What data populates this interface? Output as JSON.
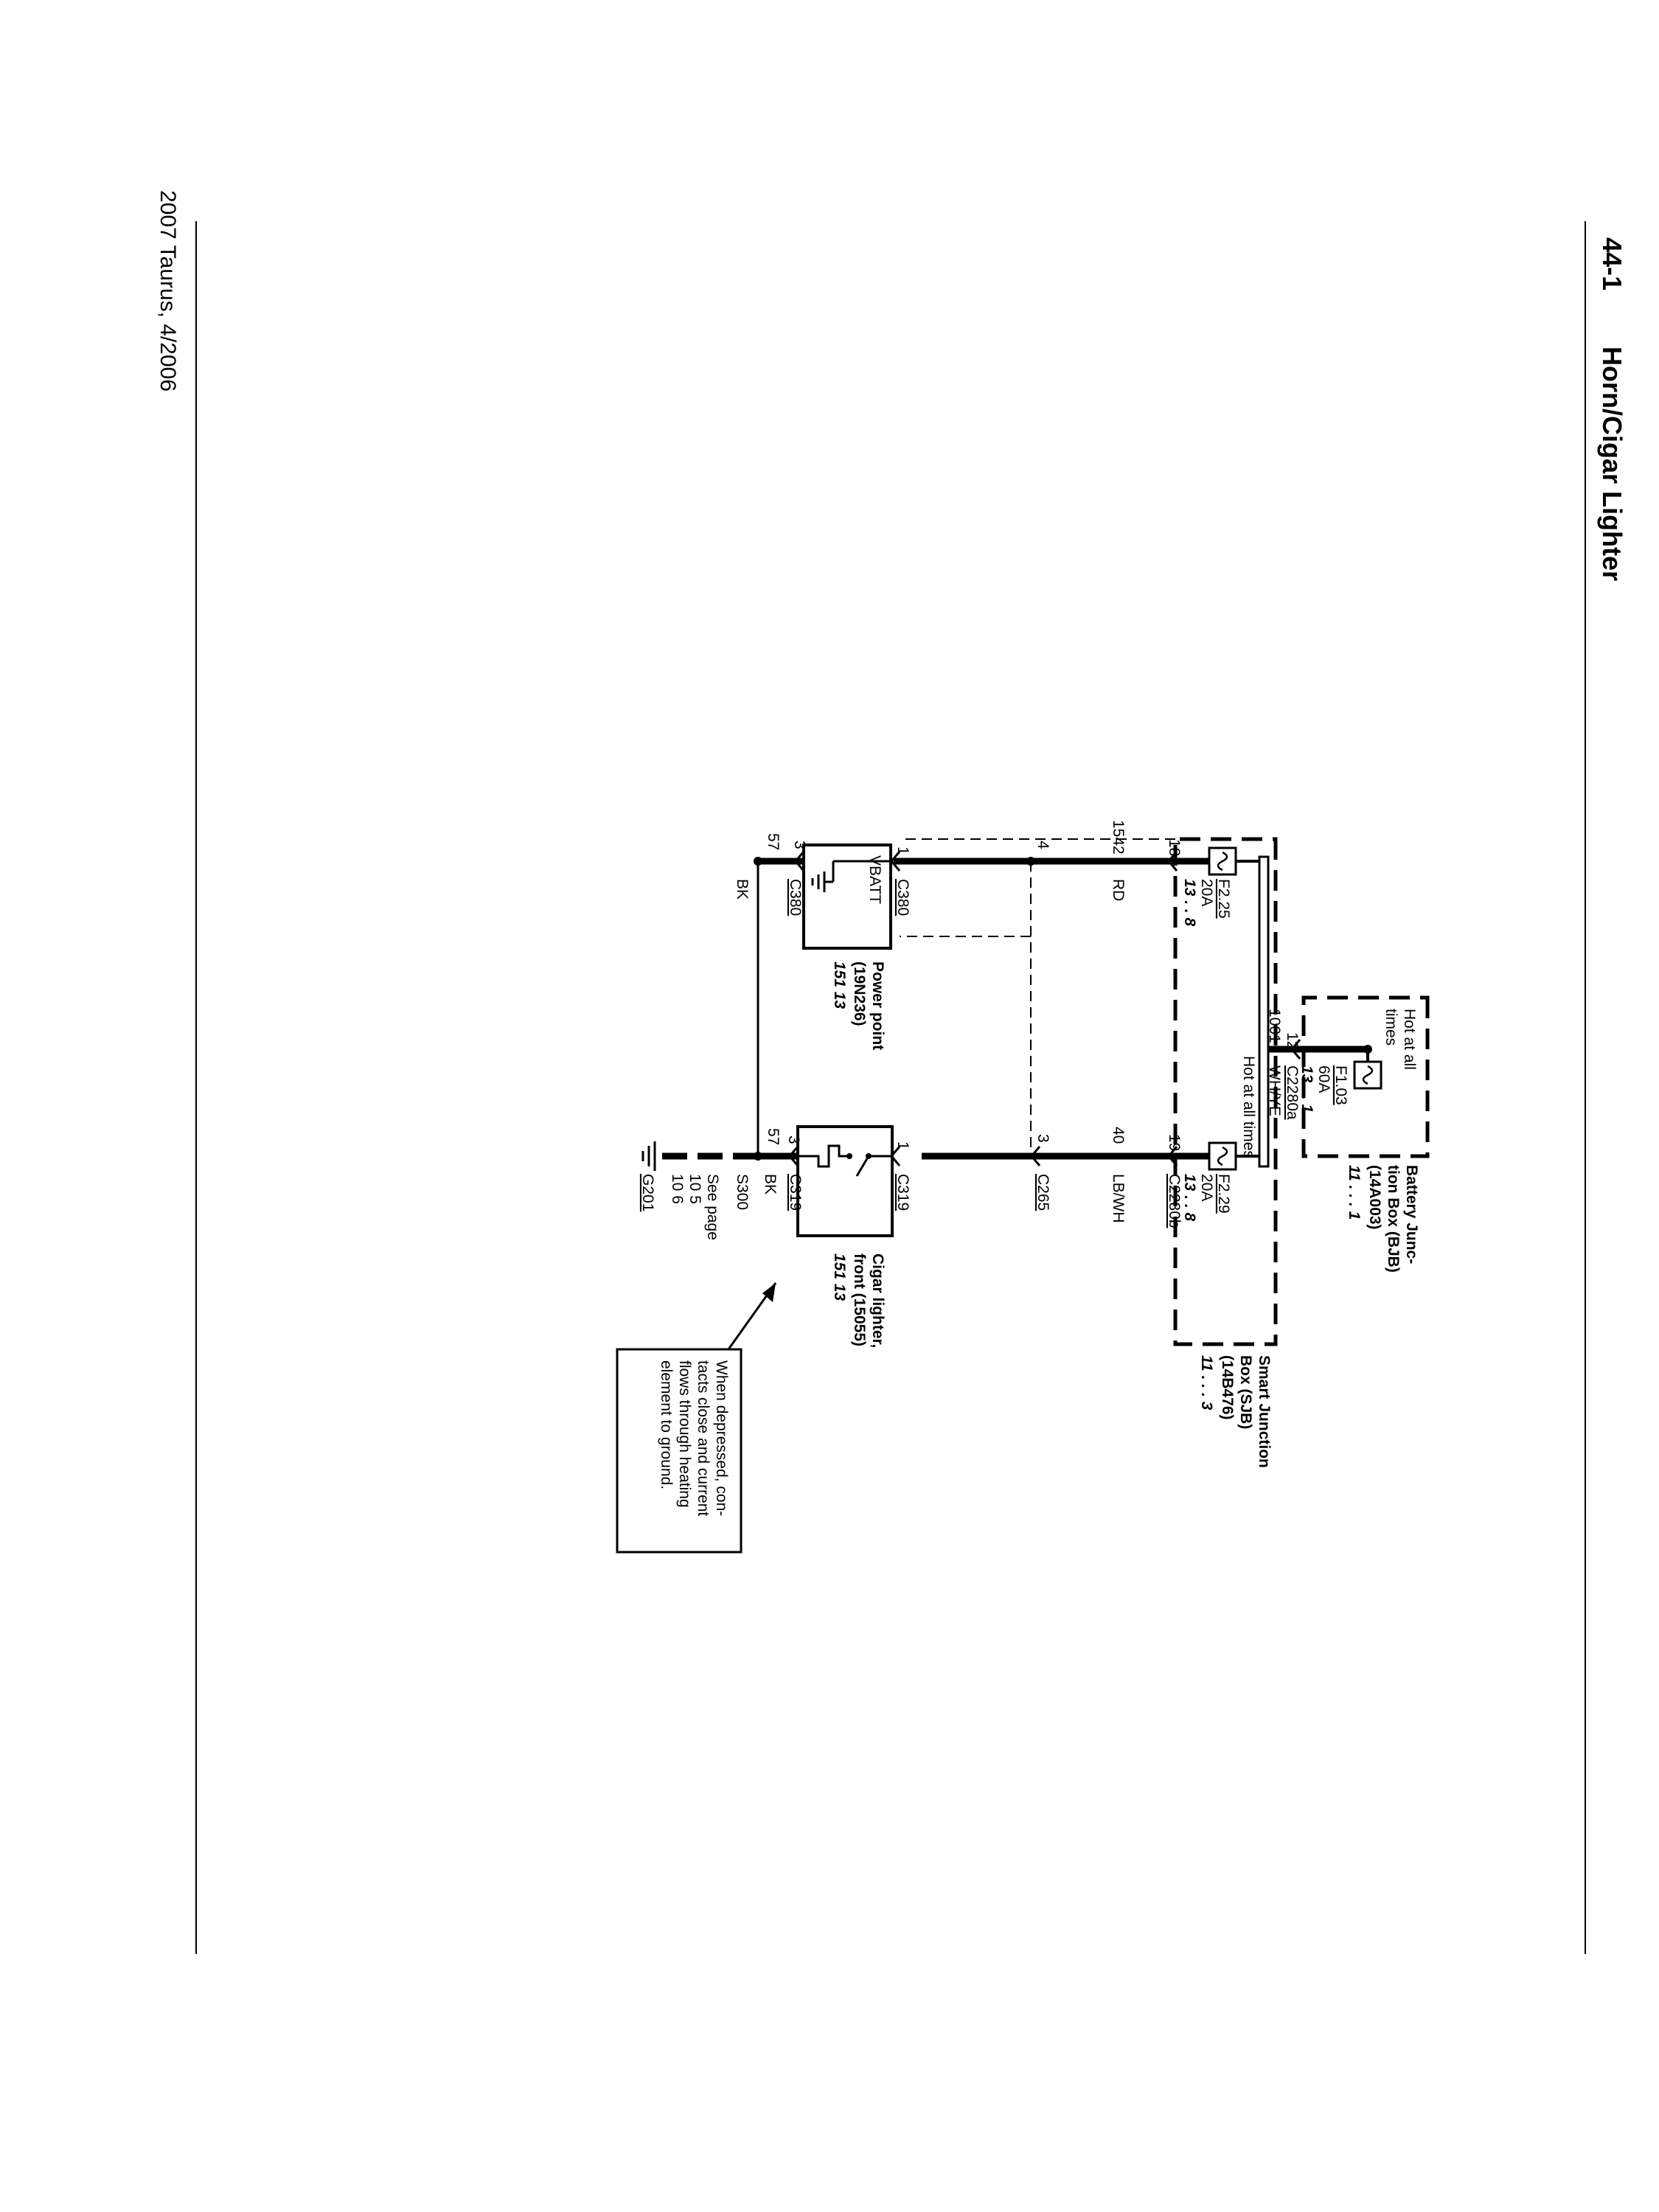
{
  "page": {
    "number": "44-1",
    "title": "Horn/Cigar Lighter",
    "footer": "2007 Taurus, 4/2006"
  },
  "bjb": {
    "hot_label": [
      "Hot at all",
      "times"
    ],
    "name": [
      "Battery Junc-",
      "tion Box (BJB)",
      "(14A003)"
    ],
    "ref": [
      "11 .  .  .  1"
    ],
    "fuse": {
      "id": "F1.03",
      "rating": "60A",
      "ref": "13 .  .  1"
    }
  },
  "feed": {
    "circuit": "1001",
    "color": "WH/YE",
    "pin": "12",
    "connector": "C2280a"
  },
  "sjb": {
    "name": [
      "Smart Junction",
      "Box (SJB)",
      "(14B476)"
    ],
    "ref": [
      "11 .  .  .  3"
    ],
    "bus_label": "Hot at all times",
    "fuse_left": {
      "id": "F2.25",
      "rating": "20A",
      "ref": "13 .  .  8"
    },
    "fuse_right": {
      "id": "F2.29",
      "rating": "20A",
      "ref": "13 .  .  8"
    }
  },
  "left_branch": {
    "sjb_pin": "18",
    "circuit": "1542",
    "color": "RD",
    "pin_in": "4",
    "device_pin1": "1",
    "device_conn1": "C380",
    "device_label": "VBATT",
    "device_name": [
      "Power point",
      "(19N236)"
    ],
    "device_ref": "151       13",
    "device_pin3": "3",
    "device_conn3": "C380",
    "ground_circuit": "57",
    "ground_color": "BK"
  },
  "right_branch": {
    "sjb_pin": "19",
    "sjb_conn": "C2280b",
    "circuit": "40",
    "color": "LB/WH",
    "pin_in": "3",
    "pin_conn": "C265",
    "device_pin1": "1",
    "device_conn1": "C319",
    "device_name": [
      "Cigar lighter,",
      "front (15055)"
    ],
    "device_ref": "151       13",
    "device_pin3": "3",
    "device_conn3": "C319",
    "ground_circuit": "57",
    "ground_color": "BK",
    "splice": "S300",
    "see_page": [
      "See page",
      "10       5",
      "10       6"
    ],
    "ground": "G201"
  },
  "note": [
    "When depressed, con-",
    "tacts close and current",
    "flows through heating",
    "element to ground."
  ]
}
